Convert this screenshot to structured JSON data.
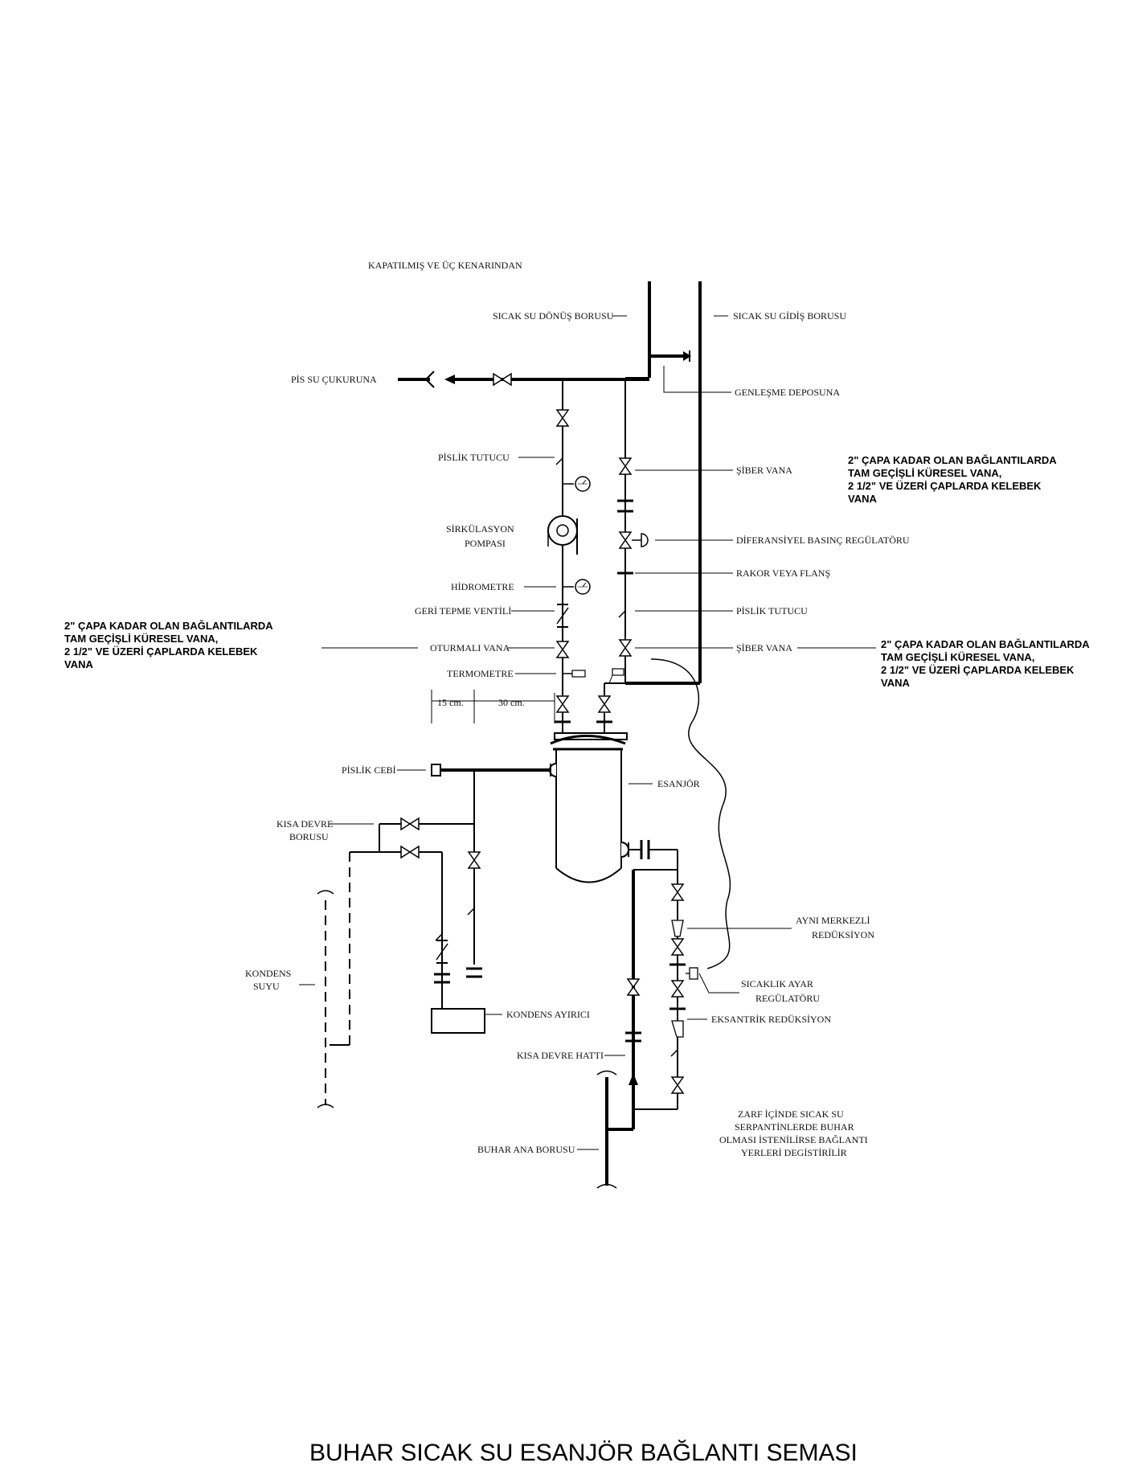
{
  "title": "BUHAR SICAK SU ESANJÖR BAĞLANTI SEMASI",
  "header_note": "KAPATILMIŞ VE ÜÇ KENARINDAN",
  "labels": {
    "sicak_su_donus": "SICAK SU DÖNÜŞ BORUSU",
    "sicak_su_gidis": "SICAK SU GİDİŞ BORUSU",
    "pis_su": "PİS SU ÇUKURUNA",
    "genlesme": "GENLEŞME DEPOSUNA",
    "pislik_tutucu_left": "PİSLİK TUTUCU",
    "siber_vana_1": "ŞİBER VANA",
    "sirkulasyon_1": "SİRKÜLASYON",
    "sirkulasyon_2": "POMPASI",
    "diferansiyel": "DİFERANSİYEL BASINÇ REGÜLATÖRU",
    "rakor": "RAKOR VEYA FLANŞ",
    "hidrometre": "HİDROMETRE",
    "geri_tepme": "GERİ TEPME VENTİLİ",
    "pislik_tutucu_right": "PİSLİK TUTUCU",
    "oturmali": "OTURMALI VANA",
    "siber_vana_2": "ŞİBER VANA",
    "termometre": "TERMOMETRE",
    "dim_15": "15 cm.",
    "dim_30": "30 cm.",
    "pislik_cebi": "PİSLİK CEBİ",
    "esanjor": "ESANJÖR",
    "kisa_devre_borusu_1": "KISA DEVRE",
    "kisa_devre_borusu_2": "BORUSU",
    "ayni_merkezli_1": "AYNI MERKEZLİ",
    "ayni_merkezli_2": "REDÜKSİYON",
    "kondens_suyu_1": "KONDENS",
    "kondens_suyu_2": "SUYU",
    "sicaklik_1": "SICAKLIK AYAR",
    "sicaklik_2": "REGÜLATÖRU",
    "kondens_ayirici": "KONDENS AYIRICI",
    "eksantrik": "EKSANTRİK REDÜKSİYON",
    "kisa_devre_hatti": "KISA DEVRE HATTI",
    "zarf_1": "ZARF İÇİNDE SICAK SU",
    "zarf_2": "SERPANTİNLERDE BUHAR",
    "zarf_3": "OLMASI İSTENİLİRSE BAĞLANTI",
    "zarf_4": "YERLERİ DEGİSTİRİLİR",
    "buhar_ana": "BUHAR ANA BORUSU"
  },
  "notes": {
    "right_top": [
      "2\" ÇAPA KADAR OLAN BAĞLANTILARDA",
      "TAM GEÇİŞLİ KÜRESEL VANA,",
      "2 1/2\" VE ÜZERİ ÇAPLARDA KELEBEK",
      "VANA"
    ],
    "right_bottom": [
      "2\" ÇAPA KADAR OLAN BAĞLANTILARDA",
      "TAM GEÇİŞLİ KÜRESEL VANA,",
      "2 1/2\" VE ÜZERİ ÇAPLARDA KELEBEK",
      "VANA"
    ],
    "left": [
      "2\" ÇAPA KADAR OLAN BAĞLANTILARDA",
      "TAM GEÇİŞLİ KÜRESEL VANA,",
      "2 1/2\" VE ÜZERİ ÇAPLARDA KELEBEK",
      "VANA"
    ]
  }
}
